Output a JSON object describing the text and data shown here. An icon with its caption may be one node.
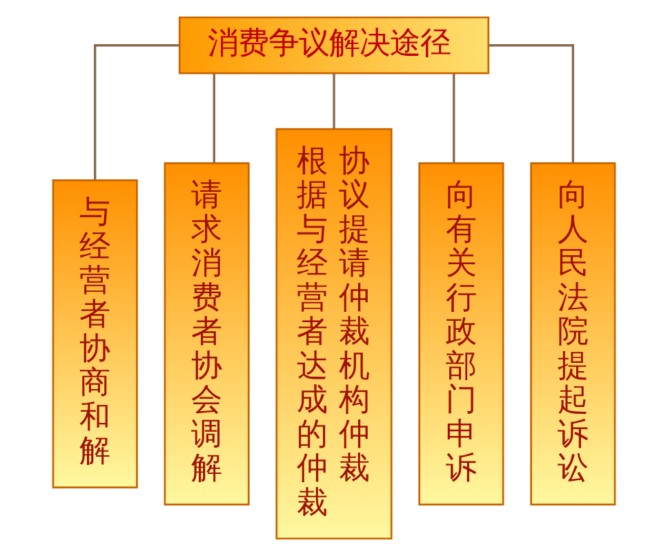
{
  "diagram": {
    "nodes": [
      {
        "text": [
          "消费争议解决途径"
        ]
      },
      {
        "text": [
          "与经营者协商和解"
        ]
      },
      {
        "text": [
          "请求消费者协会调解"
        ]
      },
      {
        "text": [
          "根据与经营者达成的仲裁",
          "协议提请仲裁机构仲裁"
        ]
      },
      {
        "text": [
          "向有关行政部门申诉"
        ]
      },
      {
        "text": [
          "向人民法院提起诉讼"
        ]
      }
    ],
    "edges": [
      {
        "from": 0,
        "to": 1,
        "arrow": "none"
      },
      {
        "from": 0,
        "to": 2,
        "arrow": "none"
      },
      {
        "from": 0,
        "to": 3,
        "arrow": "none"
      },
      {
        "from": 0,
        "to": 4,
        "arrow": "none"
      },
      {
        "from": 0,
        "to": 5,
        "arrow": "none"
      }
    ]
  }
}
